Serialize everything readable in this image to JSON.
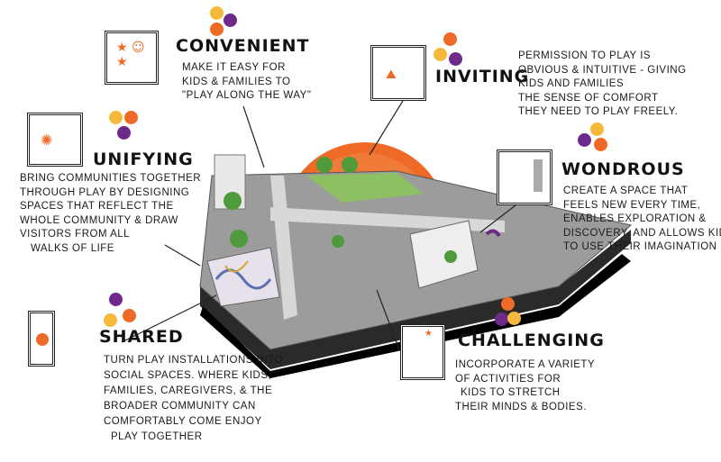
{
  "colors": {
    "yellow": "#f6b93b",
    "orange": "#ee6a26",
    "purple": "#6e2a8a",
    "ink": "#1a1a1a"
  },
  "principles": [
    {
      "key": "convenient",
      "title": "Convenient",
      "lines": [
        "Make it easy for",
        "kids & families to",
        "\"Play along the way\""
      ],
      "icon": "child-with-stars-sketch"
    },
    {
      "key": "unifying",
      "title": "Unifying",
      "lines": [
        "Bring communities together",
        "through play by designing",
        "spaces that reflect the",
        "whole community & draw",
        "visitors from all",
        "walks of life"
      ],
      "icon": "people-around-fountain-sketch"
    },
    {
      "key": "inviting",
      "title": "Inviting",
      "lines": [
        "Permission to play is",
        "obvious & intuitive - giving",
        "kids and families",
        "the sense of comfort",
        "they need to play freely."
      ],
      "icon": "person-at-hill-sketch"
    },
    {
      "key": "wondrous",
      "title": "Wondrous",
      "lines": [
        "Create a space that",
        "feels new every time,",
        "enables exploration &",
        "discovery. and allows kids",
        "to use their imagination"
      ],
      "icon": "wall-and-child-sketch"
    },
    {
      "key": "shared",
      "title": "Shared",
      "lines": [
        "Turn play installations into",
        "social spaces. where kids,",
        "families, caregivers, & the",
        "broader community can",
        "comfortably come enjoy",
        "play together"
      ],
      "icon": "people-around-ball-sketch"
    },
    {
      "key": "challenging",
      "title": "Challenging",
      "lines": [
        "Incorporate a variety",
        "of activities for",
        "kids to stretch",
        "their minds & bodies."
      ],
      "icon": "climbing-structure-sketch"
    }
  ]
}
